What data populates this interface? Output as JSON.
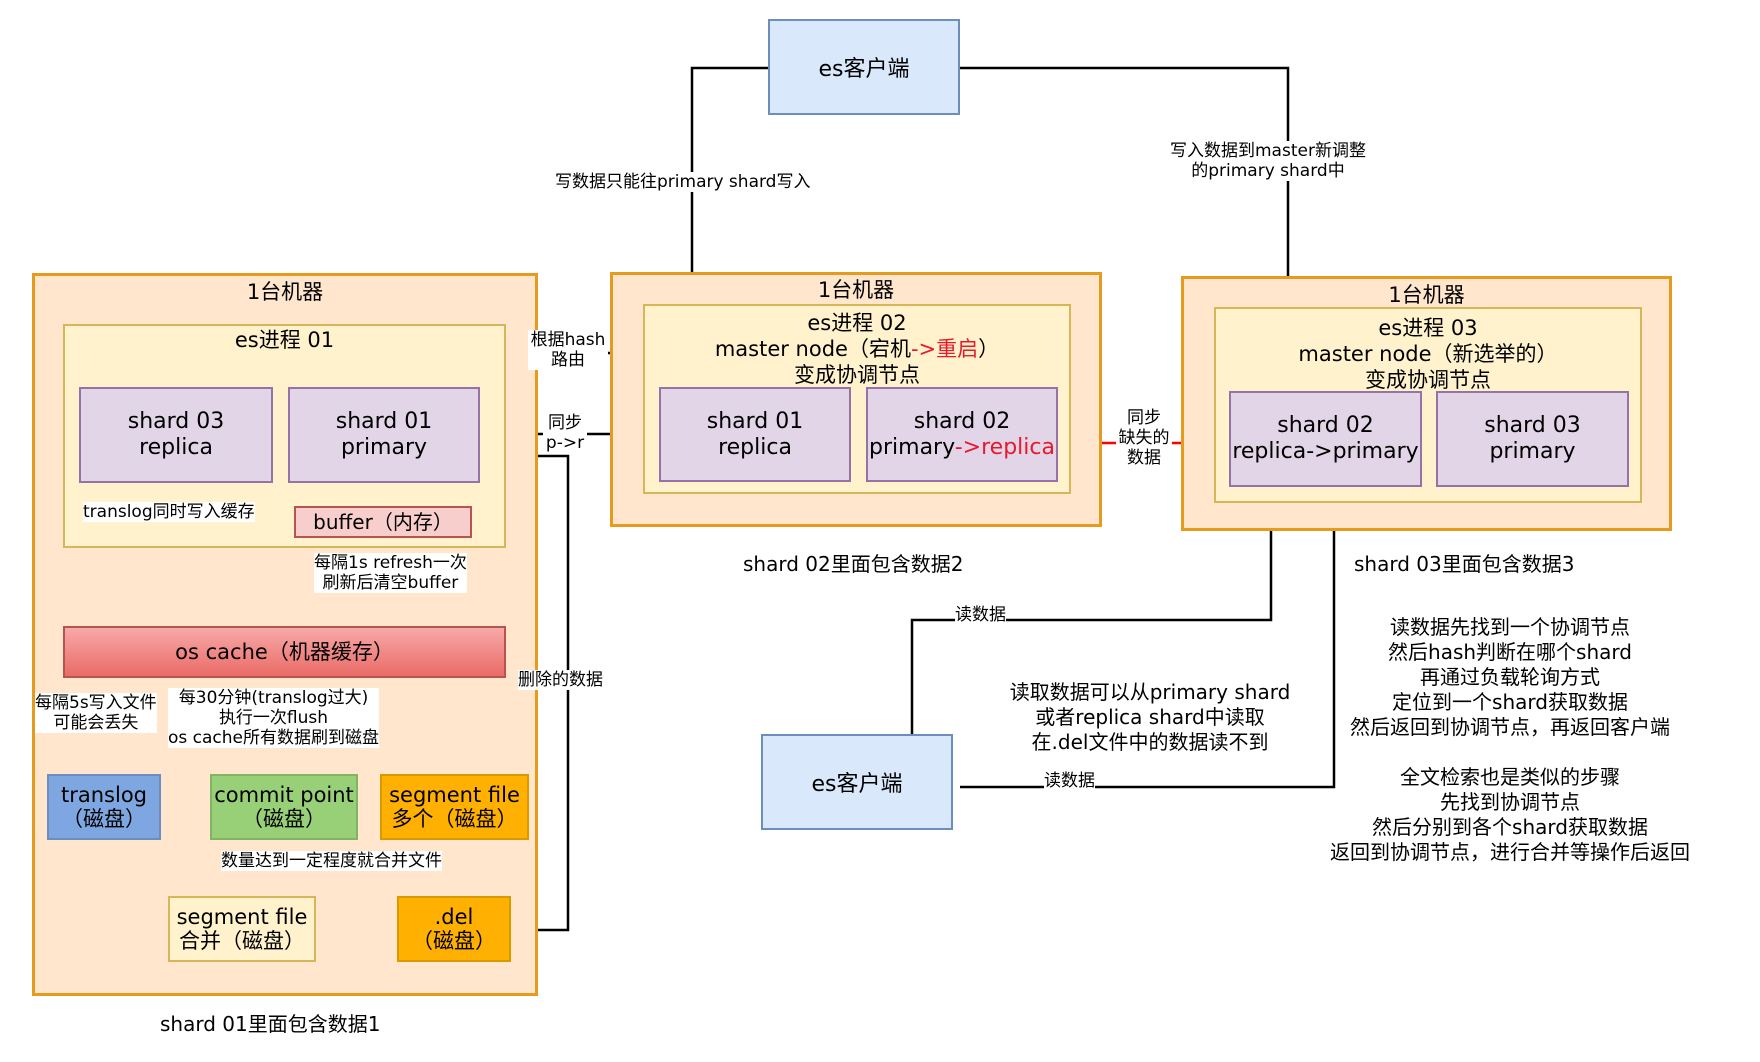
{
  "top_client": {
    "label": "es客户端"
  },
  "edge_labels": {
    "write_primary": "写数据只能往primary shard写入",
    "write_master_1": "写入数据到master新调整",
    "write_master_2": "的primary shard中",
    "route_1": "根据hash",
    "route_2": "路由",
    "sync_1": "同步",
    "sync_2": "p->r",
    "sync_missing_1": "同步",
    "sync_missing_2": "缺失的",
    "sync_missing_3": "数据",
    "translog_cache": "translog同时写入缓存",
    "refresh_1": "每隔1s refresh一次",
    "refresh_2": "刷新后清空buffer",
    "deleted": "删除的数据",
    "every5s_1": "每隔5s写入文件",
    "every5s_2": "可能会丢失",
    "flush_1": "每30分钟(translog过大)",
    "flush_2": "执行一次flush",
    "flush_3": "os cache所有数据刷到磁盘",
    "merge": "数量达到一定程度就合并文件",
    "read_1": "读数据",
    "read_2": "读数据"
  },
  "machine1": {
    "title": "1台机器",
    "process": "es进程 01",
    "shard_a_1": "shard 03",
    "shard_a_2": "replica",
    "shard_b_1": "shard 01",
    "shard_b_2": "primary",
    "buffer": "buffer（内存）",
    "os_cache": "os cache（机器缓存）",
    "translog_1": "translog",
    "translog_2": "（磁盘）",
    "commit_1": "commit point",
    "commit_2": "（磁盘）",
    "segment_1": "segment file",
    "segment_2": "多个（磁盘）",
    "merged_1": "segment file",
    "merged_2": "合并（磁盘）",
    "del_1": ".del",
    "del_2": "（磁盘）",
    "caption": "shard 01里面包含数据1"
  },
  "machine2": {
    "title": "1台机器",
    "process_1": "es进程 02",
    "process_2_a": "master node（宕机",
    "process_2_b": "->重启",
    "process_2_c": "）",
    "process_3": "变成协调节点",
    "shard_a_1": "shard 01",
    "shard_a_2": "replica",
    "shard_b_1": "shard 02",
    "shard_b_2_a": "primary",
    "shard_b_2_b": "->replica",
    "caption": "shard 02里面包含数据2"
  },
  "machine3": {
    "title": "1台机器",
    "process_1": "es进程 03",
    "process_2": "master node（新选举的）",
    "process_3": "变成协调节点",
    "shard_a_1": "shard 02",
    "shard_a_2": "replica->primary",
    "shard_b_1": "shard 03",
    "shard_b_2": "primary",
    "caption": "shard 03里面包含数据3"
  },
  "bottom_client": {
    "label": "es客户端"
  },
  "read_note": [
    "读取数据可以从primary shard",
    "或者replica shard中读取",
    "在.del文件中的数据读不到"
  ],
  "search_note": [
    "读数据先找到一个协调节点",
    "然后hash判断在哪个shard",
    "再通过负载轮询方式",
    "定位到一个shard获取数据",
    "然后返回到协调节点，再返回客户端",
    "",
    "全文检索也是类似的步骤",
    "先找到协调节点",
    "然后分别到各个shard获取数据",
    "返回到协调节点，进行合并等操作后返回"
  ],
  "colors": {
    "machine_fill": "#ffe6cc",
    "machine_border": "#e69a1e",
    "process_fill": "#fff2cc",
    "shard_fill": "#e1d5e7",
    "client_fill": "#dae8fc",
    "sync_arrow": "#ff0000"
  }
}
